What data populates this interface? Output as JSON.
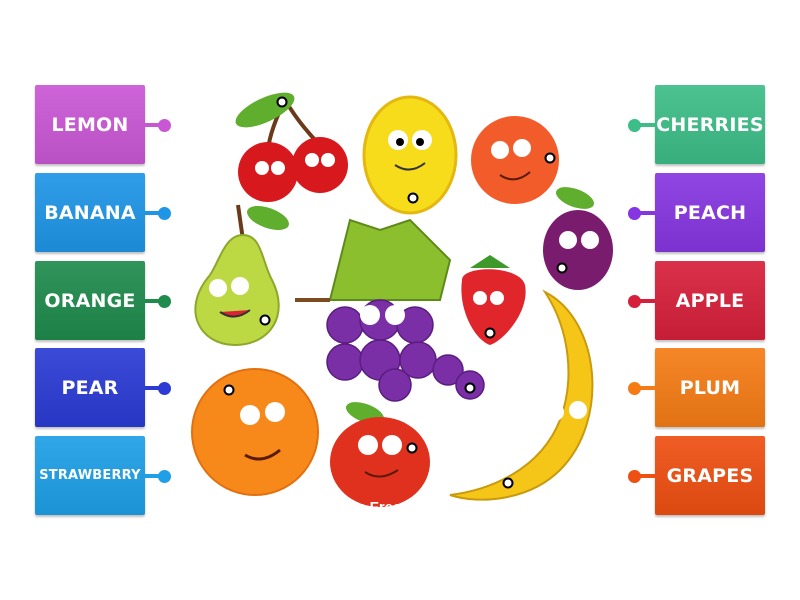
{
  "left_labels": [
    {
      "text": "LEMON",
      "color": "#c957d4"
    },
    {
      "text": "BANANA",
      "color": "#1f95e6"
    },
    {
      "text": "ORANGE",
      "color": "#1f8b4c"
    },
    {
      "text": "PEAR",
      "color": "#2b3bd4"
    },
    {
      "text": "STRAWBERRY",
      "color": "#1e9fe6"
    }
  ],
  "right_labels": [
    {
      "text": "CHERRIES",
      "color": "#3dbd88"
    },
    {
      "text": "PEACH",
      "color": "#8636e0"
    },
    {
      "text": "APPLE",
      "color": "#d6203b"
    },
    {
      "text": "PLUM",
      "color": "#f57c15"
    },
    {
      "text": "GRAPES",
      "color": "#ee4f12"
    }
  ],
  "fruits": [
    "cherries",
    "lemon",
    "peach",
    "plum",
    "pear",
    "strawberry",
    "grapes",
    "orange",
    "apple",
    "banana"
  ],
  "watermark": "ign FreeD"
}
